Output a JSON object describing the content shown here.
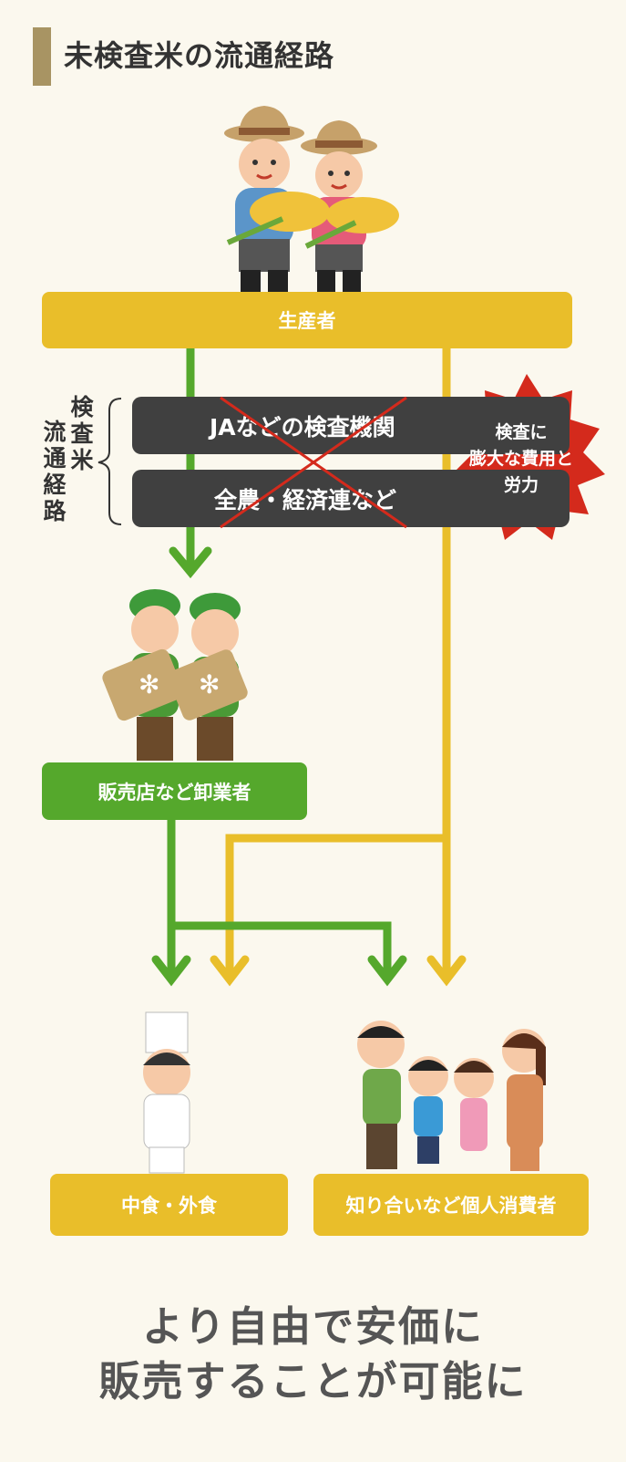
{
  "title": "未検査米の流通経路",
  "nodes": {
    "producer": "生産者",
    "ja": "JAなどの検査機関",
    "zennoh": "全農・経済連など",
    "retailer": "販売店など卸業者",
    "food_service": "中食・外食",
    "consumer": "知り合いなど個人消費者"
  },
  "route_label": {
    "line1": "検査米",
    "line2": "流通経路"
  },
  "burst": {
    "line1": "検査に",
    "line2": "膨大な費用と",
    "line3": "労力"
  },
  "bottom_text": {
    "line1": "より自由で安価に",
    "line2": "販売することが可能に"
  },
  "colors": {
    "yellow": "#e9be2a",
    "green": "#55a82c",
    "dark": "#404040",
    "red": "#d42a1c",
    "title_bar": "#a89463"
  }
}
